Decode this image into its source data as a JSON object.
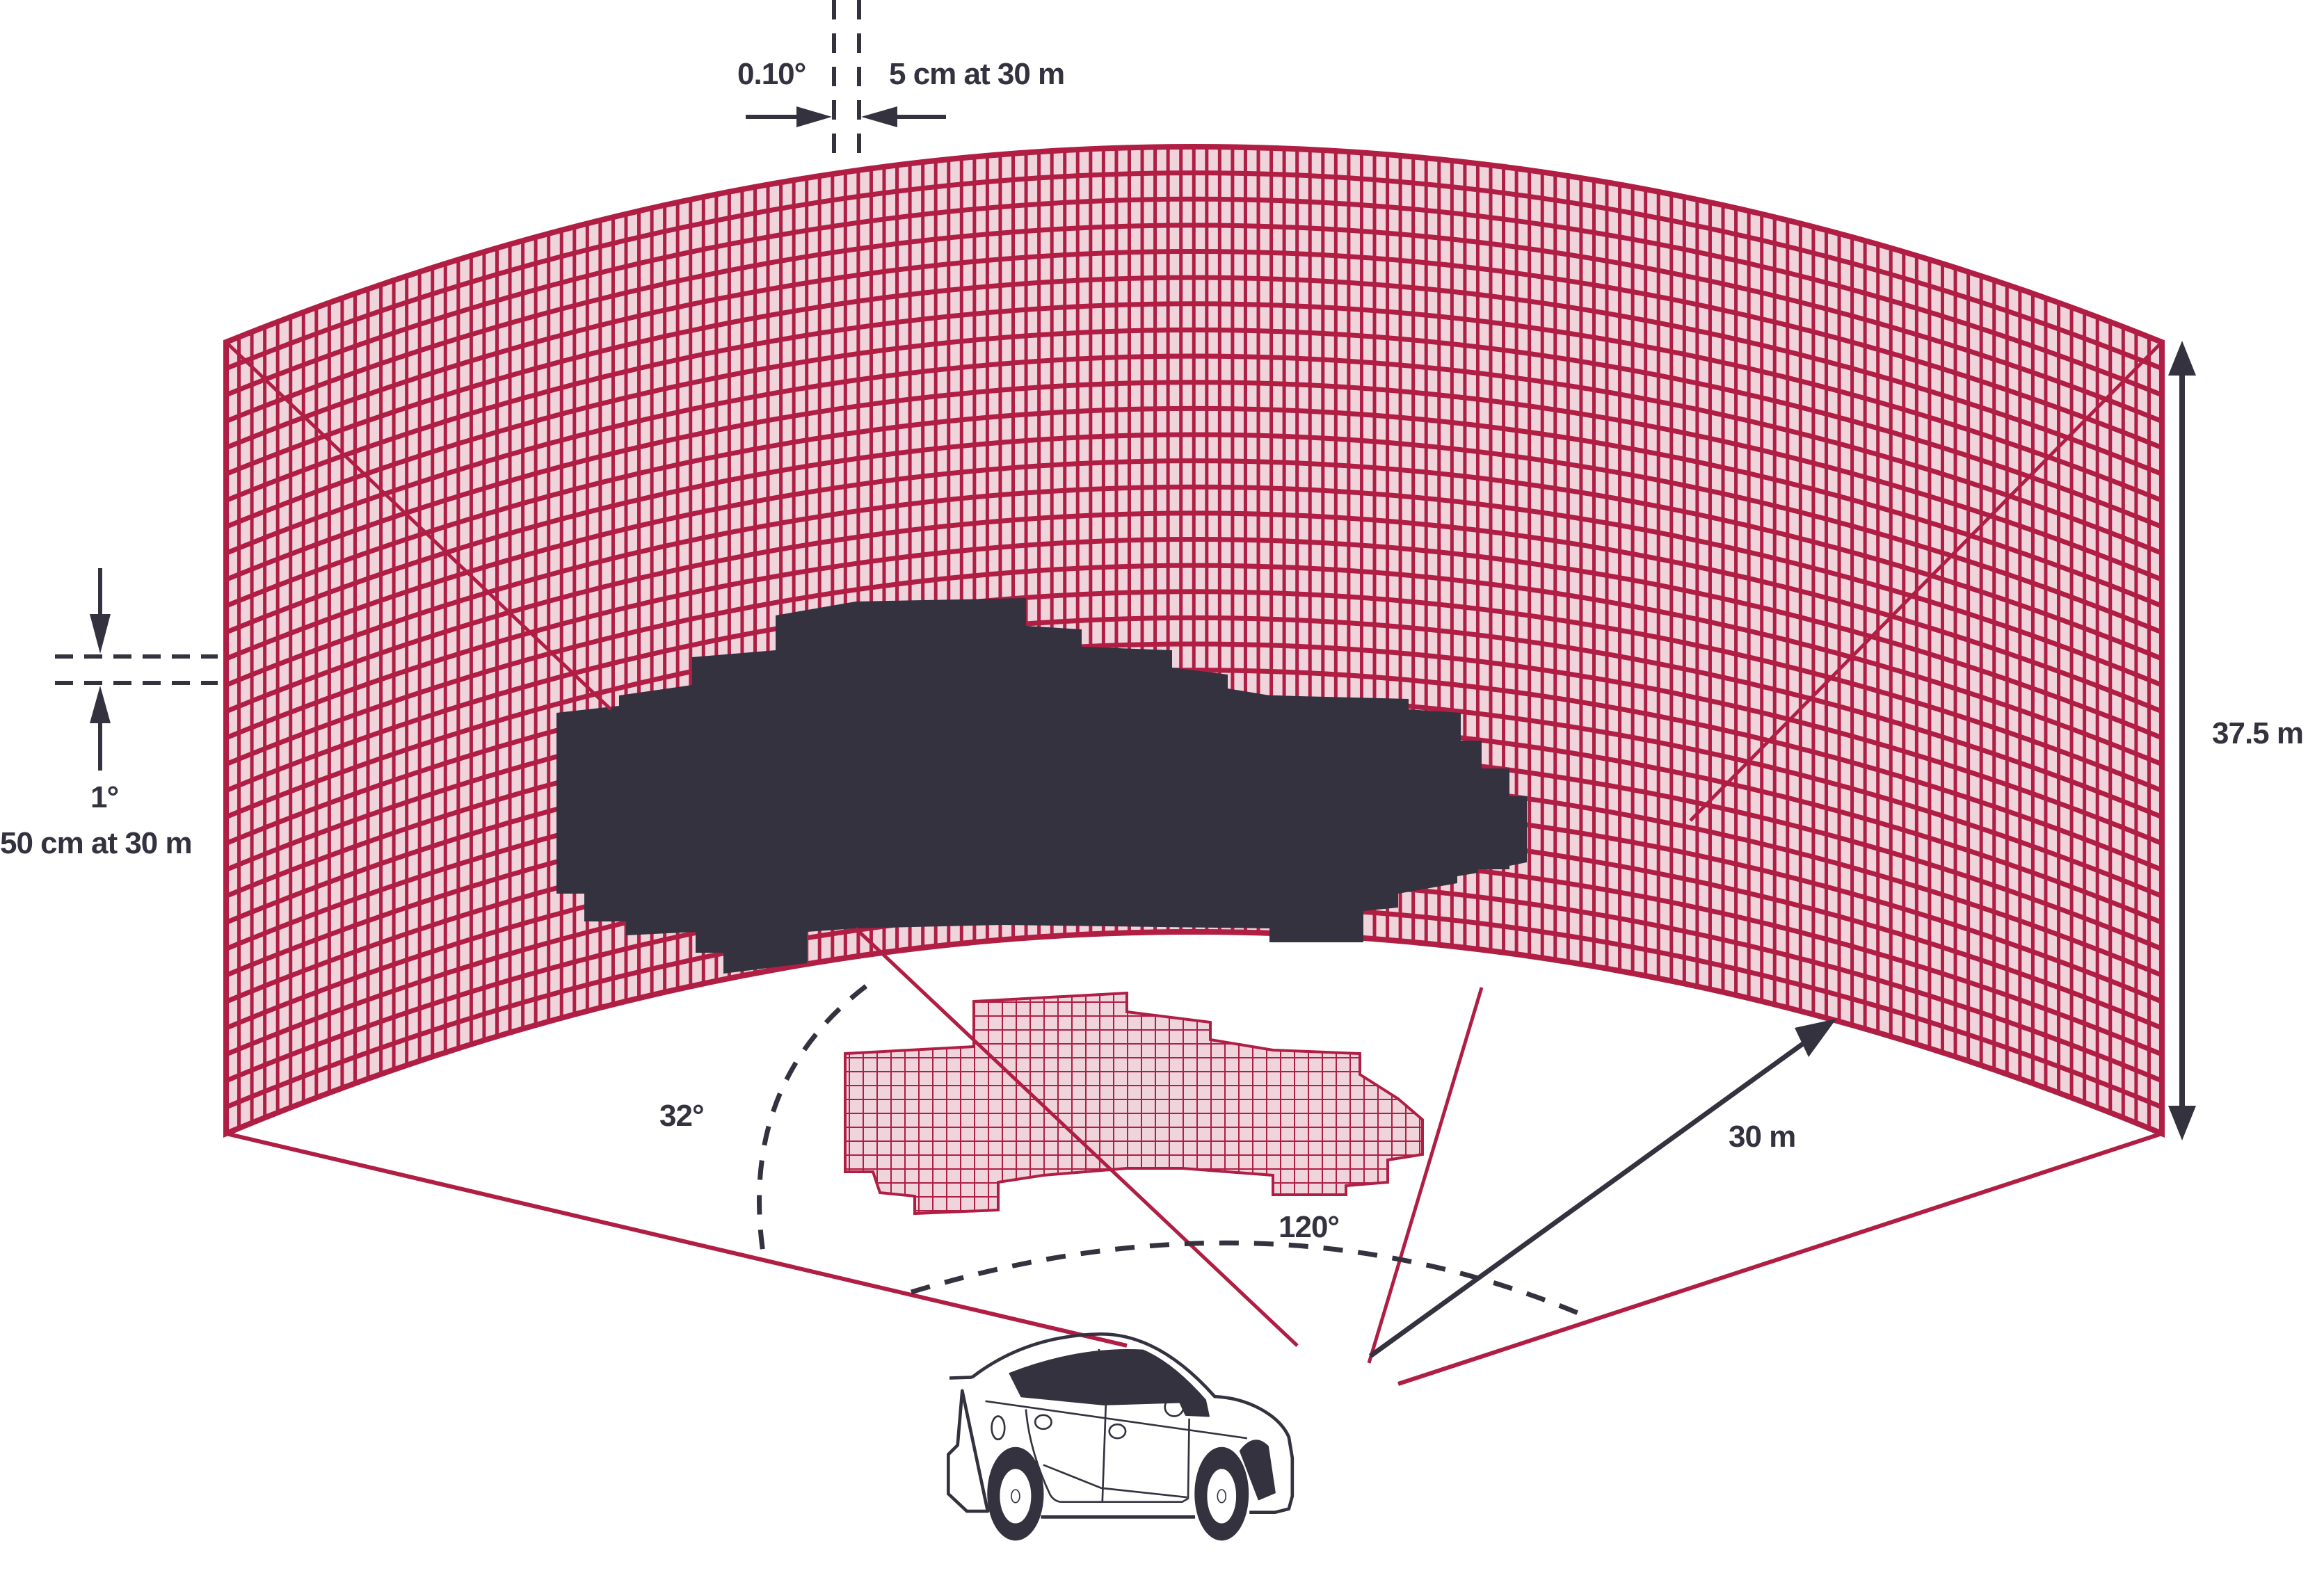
{
  "title": "LiDAR field of view and angular resolution diagram",
  "colors": {
    "grid_line": "#B01E44",
    "grid_fill": "#F0D4DC",
    "dark": "#34323F",
    "background": "#FFFFFF"
  },
  "labels": {
    "horizontal_resolution_angle": "0.10°",
    "horizontal_resolution_distance": "5 cm at 30 m",
    "vertical_resolution_angle": "1°",
    "vertical_resolution_distance": "50 cm at 30 m",
    "height": "37.5 m",
    "range": "30 m",
    "vertical_fov": "32°",
    "horizontal_fov": "120°"
  },
  "scene": {
    "projection_surface": "curved grid at 30 m",
    "detected_object": "car silhouette (pixelated)",
    "point_cloud": "projected grid footprint",
    "sensor_vehicle": "hatchback car"
  }
}
